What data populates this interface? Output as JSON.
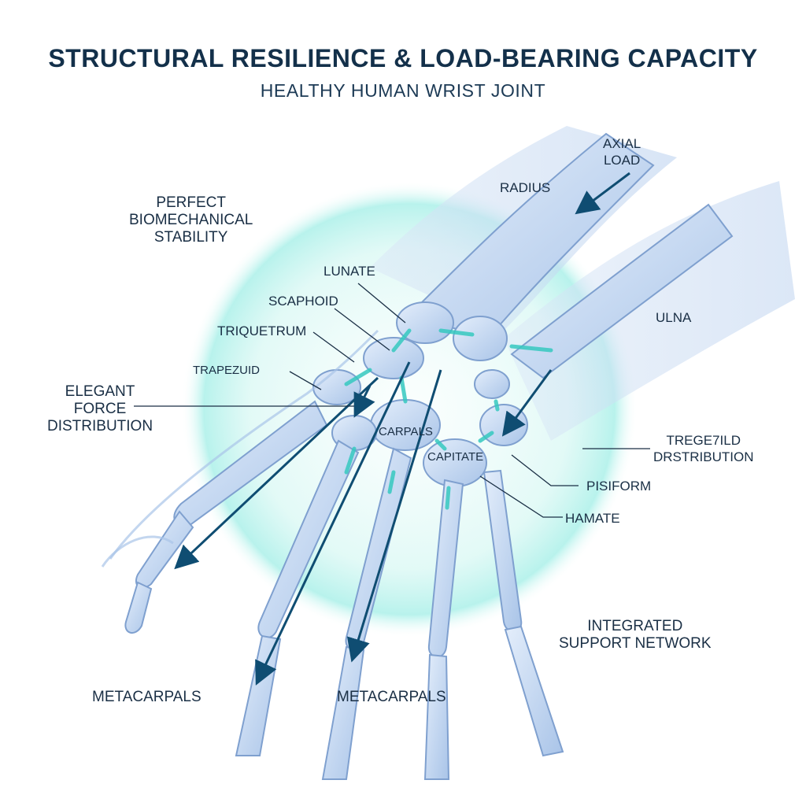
{
  "header": {
    "title": "STRUCTURAL RESILIENCE & LOAD-BEARING CAPACITY",
    "subtitle": "HEALTHY HUMAN WRIST JOINT"
  },
  "labels": {
    "axial_load": "AXIAL\nLOAD",
    "radius": "RADIUS",
    "perfect_stability": "PERFECT\nBIOMECHANICAL\nSTABILITY",
    "lunate": "LUNATE",
    "scaphoid": "SCAPHOID",
    "triquetrum": "TRIQUETRUM",
    "trapezuid": "TRAPEZUID",
    "ulna": "ULNA",
    "elegant_force": "ELEGANT\nFORCE\nDISTRIBUTION",
    "carpals": "CARPALS",
    "capitate": "CAPITATE",
    "tregezild": "TREGE7ILD\nDRSTRIBUTION",
    "pisiform": "PISIFORM",
    "hamate": "HAMATE",
    "integrated": "INTEGRATED\nSUPPORT NETWORK",
    "metacarpals_left": "METACARPALS",
    "metacarpals_center": "METACARPALS"
  },
  "colors": {
    "bone_fill": "#c9dcf3",
    "bone_stroke": "#7fa0cf",
    "ligament": "#36c9c0",
    "glow": "#7ee8dd",
    "force_arrow": "#0f4d72",
    "text": "#1a2f45"
  }
}
